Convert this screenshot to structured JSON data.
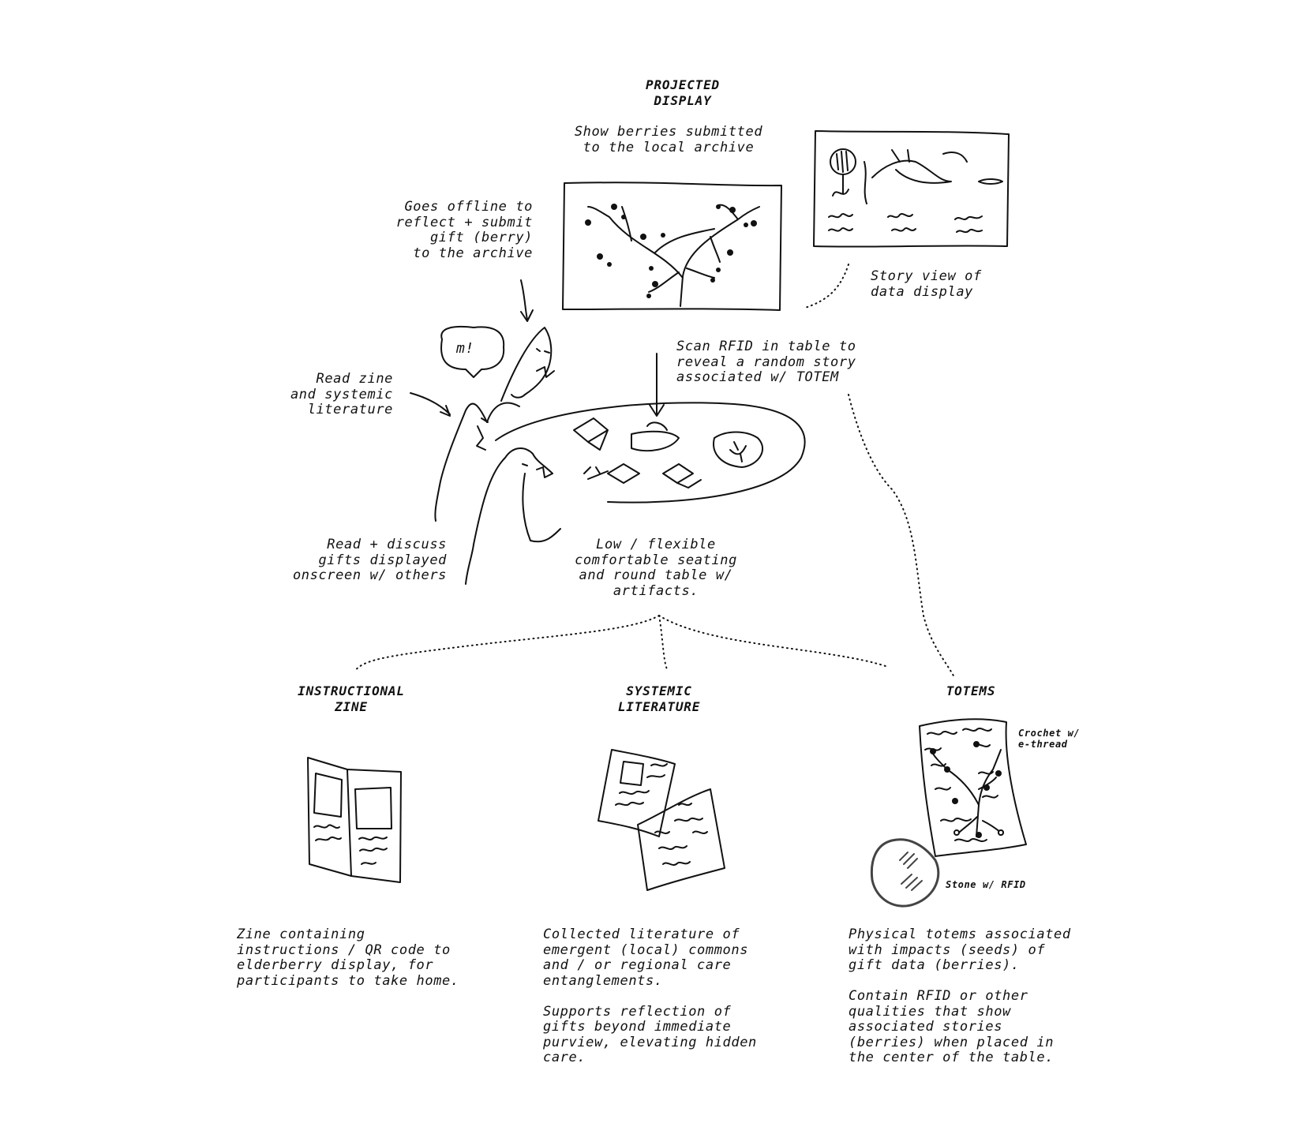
{
  "projected_display": {
    "title": "PROJECTED\nDISPLAY",
    "archive_caption": "Show berries submitted\nto the local archive",
    "story_caption": "Story view of\ndata display"
  },
  "labels": {
    "offline": "Goes offline to\nreflect + submit\ngift (berry)\nto the archive",
    "scan_rfid": "Scan RFID in table to\nreveal a random story\nassociated w/ TOTEM",
    "read_zine": "Read zine\nand systemic\nliterature",
    "discuss": "Read + discuss\ngifts displayed\nonscreen w/ others",
    "seating": "Low / flexible\ncomfortable seating\nand round table w/\nartifacts."
  },
  "artifacts": {
    "zine": {
      "title": "INSTRUCTIONAL\nZINE",
      "description": "Zine containing\ninstructions / QR code to\nelderberry display, for\nparticipants to take home."
    },
    "literature": {
      "title": "SYSTEMIC\nLITERATURE",
      "description": "Collected literature of\nemergent (local) commons\nand / or regional care\nentanglements.\n\nSupports reflection of\ngifts beyond immediate\npurview, elevating hidden\ncare."
    },
    "totems": {
      "title": "TOTEMS",
      "crochet_label": "Crochet w/\ne-thread",
      "stone_label": "Stone w/ RFID",
      "description": "Physical totems associated\nwith impacts (seeds) of\ngift data (berries).\n\nContain RFID or other\nqualities that show\nassociated stories\n(berries) when placed in\nthe center of the table."
    }
  },
  "speech_bubble": "m!"
}
